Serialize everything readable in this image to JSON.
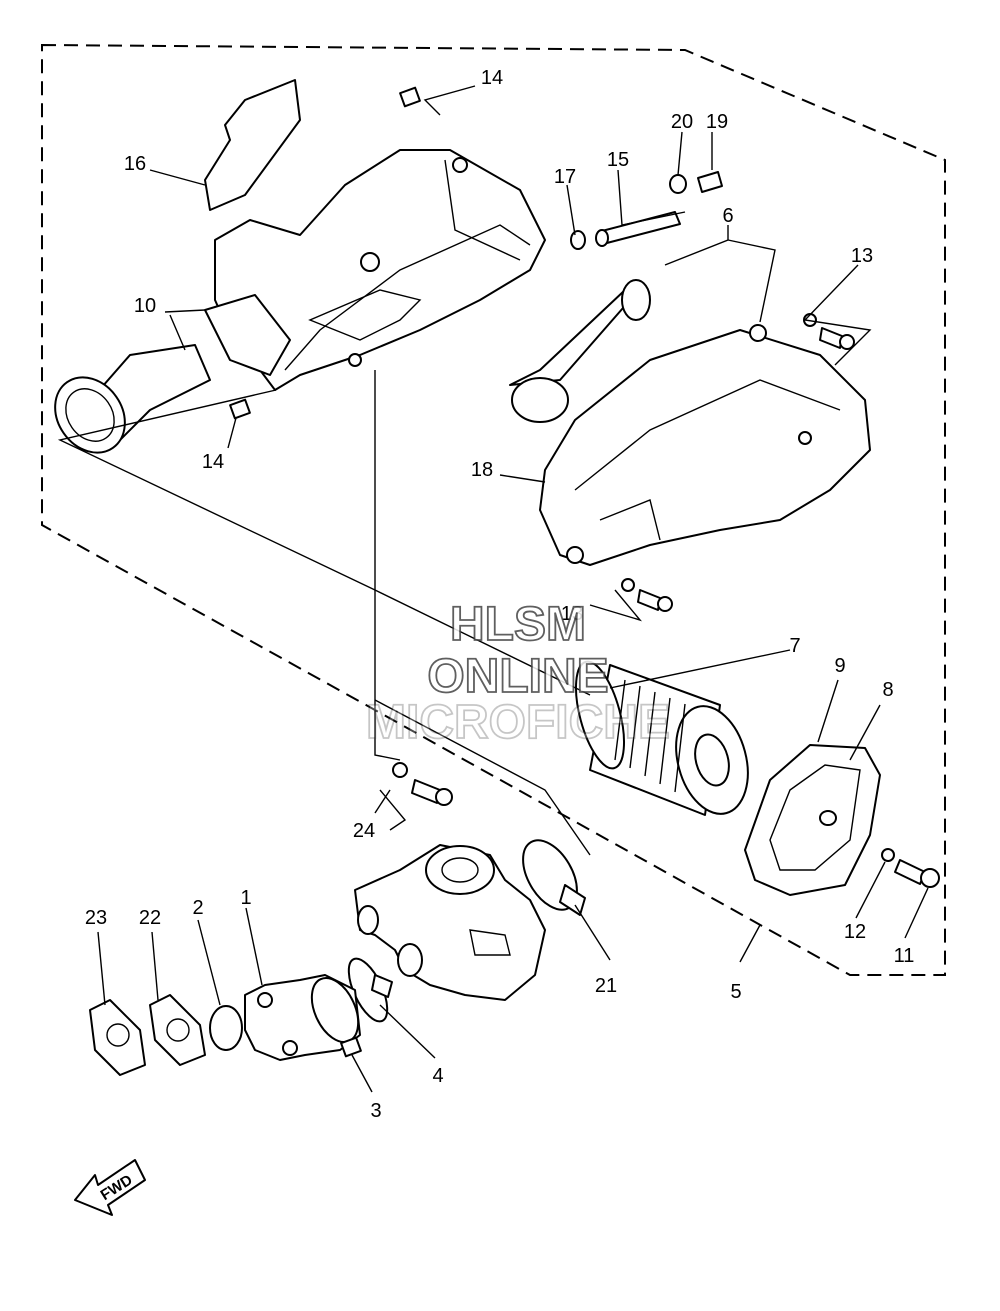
{
  "watermark": {
    "line1": "HLSM",
    "line2": "ONLINE",
    "line3": "MICROFICHE"
  },
  "fwd_label": "FWD",
  "callouts": [
    {
      "id": "c14a",
      "text": "14"
    },
    {
      "id": "c16",
      "text": "16"
    },
    {
      "id": "c20",
      "text": "20"
    },
    {
      "id": "c19",
      "text": "19"
    },
    {
      "id": "c17",
      "text": "17"
    },
    {
      "id": "c15",
      "text": "15"
    },
    {
      "id": "c6",
      "text": "6"
    },
    {
      "id": "c13",
      "text": "13"
    },
    {
      "id": "c10",
      "text": "10"
    },
    {
      "id": "c14b",
      "text": "14"
    },
    {
      "id": "c18",
      "text": "18"
    },
    {
      "id": "c13b",
      "text": "13"
    },
    {
      "id": "c7",
      "text": "7"
    },
    {
      "id": "c9",
      "text": "9"
    },
    {
      "id": "c8",
      "text": "8"
    },
    {
      "id": "c24",
      "text": "24"
    },
    {
      "id": "c12",
      "text": "12"
    },
    {
      "id": "c11",
      "text": "11"
    },
    {
      "id": "c5",
      "text": "5"
    },
    {
      "id": "c21",
      "text": "21"
    },
    {
      "id": "c23",
      "text": "23"
    },
    {
      "id": "c22",
      "text": "22"
    },
    {
      "id": "c2",
      "text": "2"
    },
    {
      "id": "c1",
      "text": "1"
    },
    {
      "id": "c4",
      "text": "4"
    },
    {
      "id": "c3",
      "text": "3"
    }
  ]
}
